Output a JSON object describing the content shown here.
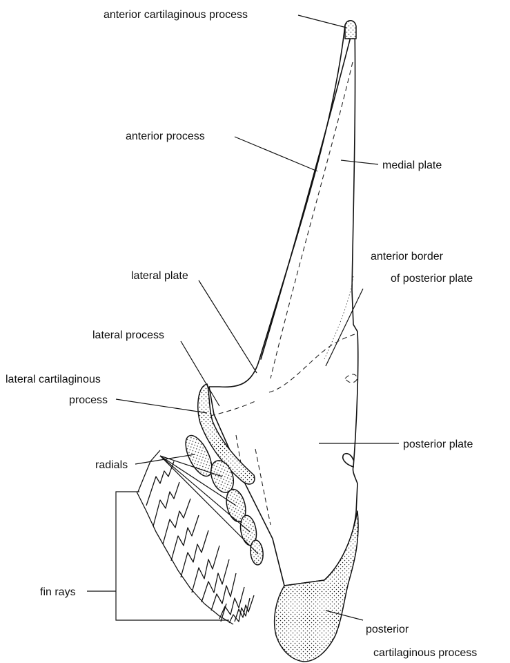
{
  "labels": {
    "anterior_cartilaginous_process": "anterior cartilaginous process",
    "anterior_process": "anterior process",
    "medial_plate": "medial plate",
    "anterior_border_line1": "anterior border",
    "anterior_border_line2": "of posterior plate",
    "lateral_plate": "lateral plate",
    "lateral_process": "lateral process",
    "lateral_cartilaginous_line1": "lateral cartilaginous",
    "lateral_cartilaginous_line2": "process",
    "posterior_plate": "posterior plate",
    "radials": "radials",
    "fin_rays": "fin rays",
    "posterior_cartilaginous_line1": "posterior",
    "posterior_cartilaginous_line2": "cartilaginous process"
  }
}
